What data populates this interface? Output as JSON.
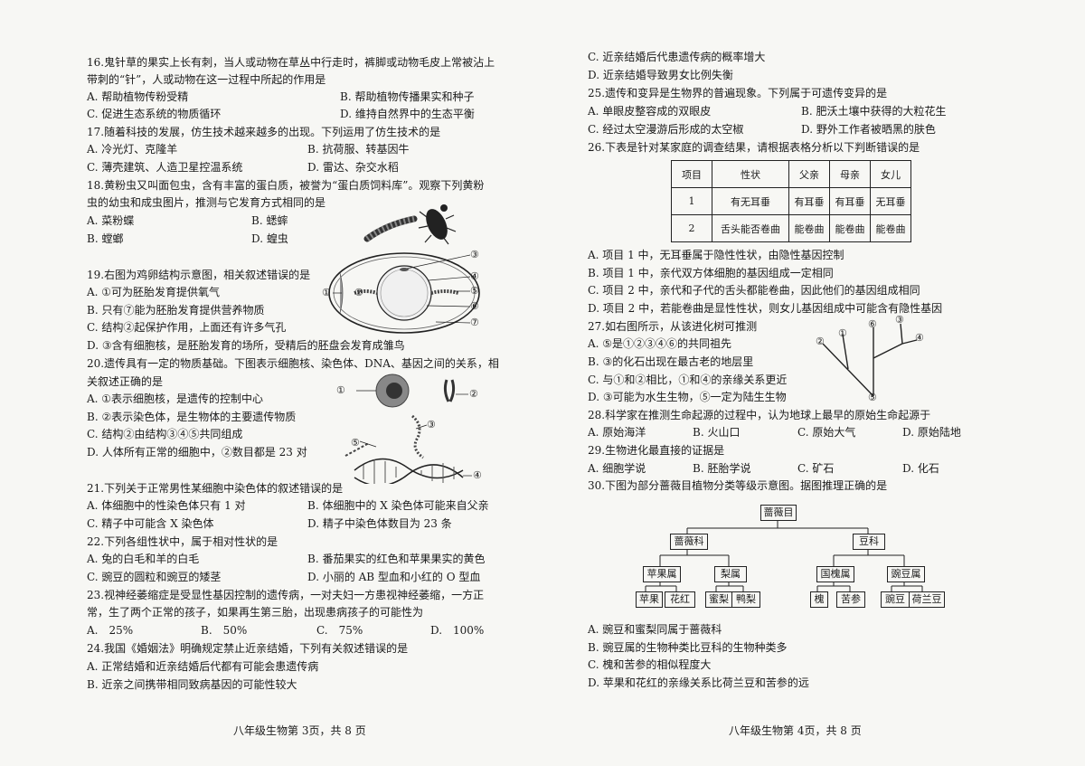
{
  "left_page": {
    "q16": {
      "stem_line1": "16.鬼针草的果实上长有刺，当人或动物在草丛中行走时，裤脚或动物毛皮上常被沾上",
      "stem_line2": "带刺的“针”，人或动物在这一过程中所起的作用是",
      "A": "A. 帮助植物传粉受精",
      "B": "B. 帮助植物传播果实和种子",
      "C": "C. 促进生态系统的物质循环",
      "D": "D. 维持自然界中的生态平衡"
    },
    "q17": {
      "stem": "17.随着科技的发展，仿生技术越来越多的出现。下列运用了仿生技术的是",
      "A": "A. 冷光灯、克隆羊",
      "B": "B. 抗荷服、转基因牛",
      "C": "C. 薄壳建筑、人造卫星控温系统",
      "D": "D. 雷达、杂交水稻"
    },
    "q18": {
      "stem_line1": "18.黄粉虫又叫面包虫，含有丰富的蛋白质，被誉为“蛋白质饲料库”。观察下列黄粉",
      "stem_line2": "虫的幼虫和成虫图片，推测与它发育方式相同的是",
      "A": "A. 菜粉蝶",
      "B": "B. 蟋蟀",
      "C": "B. 螳螂",
      "D": "D. 蝗虫"
    },
    "q19": {
      "stem": "19.右图为鸡卵结构示意图，相关叙述错误的是",
      "A": "A. ①可为胚胎发育提供氧气",
      "B": "B. 只有⑦能为胚胎发育提供营养物质",
      "C": "C. 结构②起保护作用，上面还有许多气孔",
      "D": "D. ③含有细胞核，是胚胎发育的场所，受精后的胚盘会发育成雏鸟",
      "figure_labels": [
        "①",
        "②",
        "③",
        "④",
        "⑤",
        "⑥",
        "⑦"
      ]
    },
    "q20": {
      "stem_line1": "20.遗传具有一定的物质基础。下图表示细胞核、染色体、DNA、基因之间的关系，相",
      "stem_line2": "关叙述正确的是",
      "A": "A. ①表示细胞核，是遗传的控制中心",
      "B": "B. ②表示染色体，是生物体的主要遗传物质",
      "C": "C. 结构②由结构③④⑤共同组成",
      "D": "D. 人体所有正常的细胞中，②数目都是 23 对",
      "figure_labels": [
        "①",
        "②",
        "③",
        "④",
        "⑤"
      ]
    },
    "q21": {
      "stem": "21.下列关于正常男性某细胞中染色体的叙述错误的是",
      "A": "A. 体细胞中的性染色体只有 1 对",
      "B": "B. 体细胞中的 X 染色体可能来自父亲",
      "C": "C. 精子中可能含 X 染色体",
      "D": "D. 精子中染色体数目为 23 条"
    },
    "q22": {
      "stem": "22.下列各组性状中，属于相对性状的是",
      "A": "A. 兔的白毛和羊的白毛",
      "B": "B. 番茄果实的红色和苹果果实的黄色",
      "C": "C. 豌豆的圆粒和豌豆的矮茎",
      "D": "D. 小丽的 AB 型血和小红的 O 型血"
    },
    "q23": {
      "stem_line1": "23.视神经萎缩症是受显性基因控制的遗传病，一对夫妇一方患视神经萎缩，一方正",
      "stem_line2": "常，生了两个正常的孩子，如果再生第三胎，出现患病孩子的可能性为",
      "A": "A.　25%",
      "B": "B.　50%",
      "C": "C.　75%",
      "D": "D.　100%"
    },
    "q24": {
      "stem": "24.我国《婚姻法》明确规定禁止近亲结婚，下列有关叙述错误的是",
      "A": "A. 正常结婚和近亲结婚后代都有可能会患遗传病",
      "B": "B. 近亲之间携带相同致病基因的可能性较大"
    },
    "footer": "八年级生物第 3页，共 8 页"
  },
  "right_page": {
    "q24_cont": {
      "C": "C. 近亲结婚后代患遗传病的概率增大",
      "D": "D. 近亲结婚导致男女比例失衡"
    },
    "q25": {
      "stem": "25.遗传和变异是生物界的普遍现象。下列属于可遗传变异的是",
      "A": "A. 单眼皮整容成的双眼皮",
      "B": "B. 肥沃土壤中获得的大粒花生",
      "C": "C. 经过太空漫游后形成的太空椒",
      "D": "D. 野外工作者被晒黑的肤色"
    },
    "q26": {
      "stem": "26.下表是针对某家庭的调查结果，请根据表格分析以下判断错误的是",
      "table_header": [
        "项目",
        "性状",
        "父亲",
        "母亲",
        "女儿"
      ],
      "table_rows": [
        [
          "1",
          "有无耳垂",
          "有耳垂",
          "有耳垂",
          "无耳垂"
        ],
        [
          "2",
          "舌头能否卷曲",
          "能卷曲",
          "能卷曲",
          "能卷曲"
        ]
      ],
      "A": "A. 项目 1 中，无耳垂属于隐性性状，由隐性基因控制",
      "B": "B. 项目 1 中，亲代双方体细胞的基因组成一定相同",
      "C": "C. 项目 2 中，亲代和子代的舌头都能卷曲，因此他们的基因组成相同",
      "D": "D. 项目 2 中，若能卷曲是显性性状，则女儿基因组成中可能含有隐性基因"
    },
    "q27": {
      "stem": "27.如右图所示，从该进化树可推测",
      "A": "A. ⑤是①②③④⑥的共同祖先",
      "B": "B. ③的化石出现在最古老的地层里",
      "C": "C. 与①和②相比，①和④的亲缘关系更近",
      "D": "D. ③可能为水生生物，⑤一定为陆生生物",
      "tree_labels": [
        "①",
        "②",
        "③",
        "④",
        "⑤",
        "⑥"
      ]
    },
    "q28": {
      "stem": "28.科学家在推测生命起源的过程中，认为地球上最早的原始生命起源于",
      "A": "A. 原始海洋",
      "B": "B. 火山口",
      "C": "C. 原始大气",
      "D": "D. 原始陆地"
    },
    "q29": {
      "stem": "29.生物进化最直接的证据是",
      "A": "A. 细胞学说",
      "B": "B. 胚胎学说",
      "C": "C. 矿石",
      "D": "D. 化石"
    },
    "q30": {
      "stem": "30.下图为部分蔷薇目植物分类等级示意图。据图推理正确的是",
      "tree": {
        "order": "蔷薇目",
        "families": [
          "蔷薇科",
          "豆科"
        ],
        "genera": [
          "苹果属",
          "梨属",
          "国槐属",
          "豌豆属"
        ],
        "species": [
          "苹果",
          "花红",
          "蜜梨",
          "鸭梨",
          "槐",
          "苦参",
          "豌豆",
          "荷兰豆"
        ]
      },
      "A": "A. 豌豆和蜜梨同属于蔷薇科",
      "B": "B. 豌豆属的生物种类比豆科的生物种类多",
      "C": "C. 槐和苦参的相似程度大",
      "D": "D. 苹果和花红的亲缘关系比荷兰豆和苦参的远"
    },
    "footer": "八年级生物第 4页，共 8 页"
  }
}
